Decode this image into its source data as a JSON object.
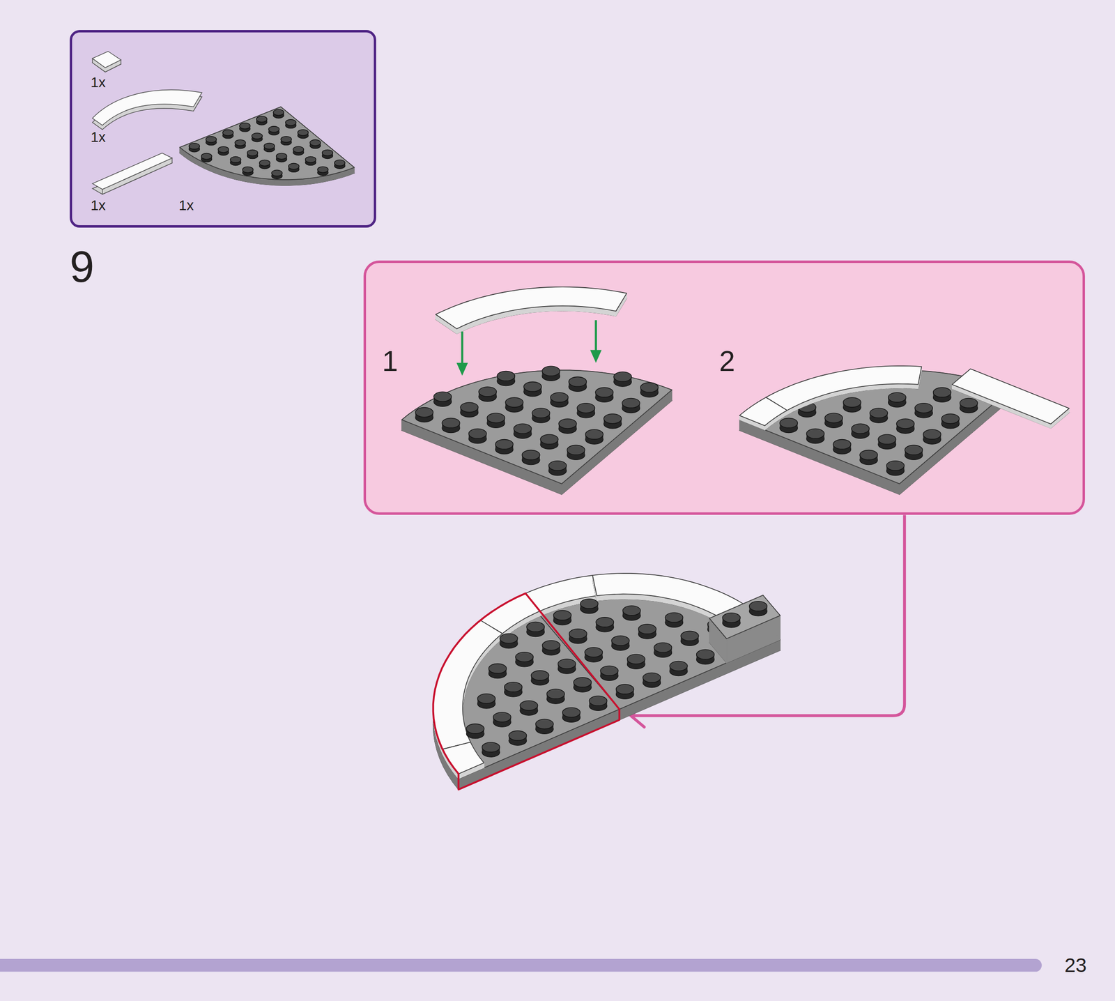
{
  "diagram": {
    "nodes": [
      {
        "text": [
          "1x",
          "1x",
          "1x",
          "1x"
        ]
      },
      {
        "text": [
          "1",
          "2"
        ]
      }
    ],
    "labels": [
      "9",
      "23"
    ]
  }
}
